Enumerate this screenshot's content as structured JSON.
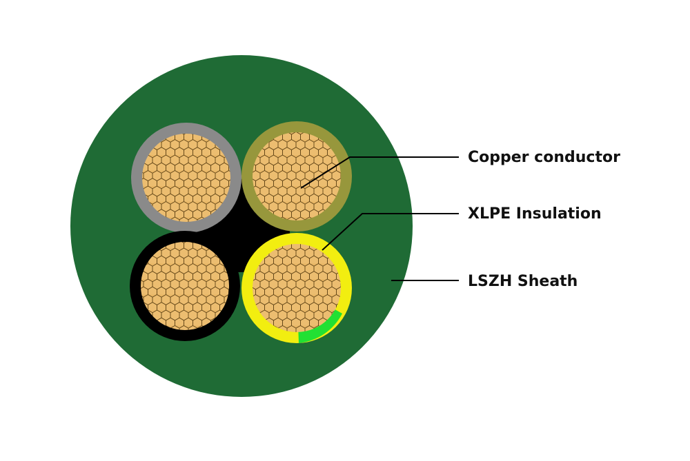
{
  "labels": {
    "conductor": "Copper conductor",
    "insulation": "XLPE Insulation",
    "sheath": "LSZH Sheath"
  },
  "colors": {
    "background": "#ffffff",
    "sheath": "#1f6b35",
    "core_filler": "#000000",
    "copper": "#e8b665",
    "copper_mesh": "#6a4a17",
    "insulation_grey": "#8a8a8a",
    "insulation_olive": "#97973c",
    "insulation_black": "#000000",
    "insulation_yellow": "#f2ee10",
    "insulation_green_stripe": "#22e033",
    "leader_line": "#000000"
  }
}
